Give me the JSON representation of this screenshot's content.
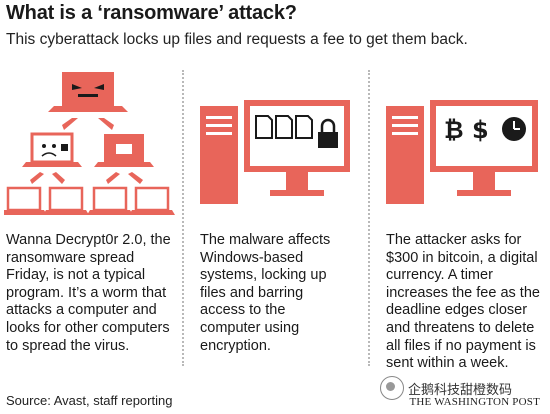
{
  "header": {
    "title": "What is a ‘ransomware’ attack?",
    "subtitle": "This cyberattack locks up files and requests a fee to get them back."
  },
  "columns": [
    {
      "lines": [
        "Wanna Decrypt0r 2.0, the",
        "ransomware spread",
        "Friday, is not a typical",
        "program. It’s a worm that",
        "attacks a computer and",
        "looks for other computers",
        "to spread the virus."
      ],
      "illustration_icon": "laptop-network-icon"
    },
    {
      "lines": [
        "The malware affects",
        "Windows-based",
        "systems, locking up",
        "files and barring",
        "access to the",
        "computer using",
        "encryption."
      ],
      "illustration_icon": "desktop-locked-files-icon"
    },
    {
      "lines": [
        "The attacker asks for",
        "$300 in bitcoin, a digital",
        "currency. A timer",
        "increases the fee as the",
        "deadline edges closer",
        "and threatens to delete",
        "all files if no payment is",
        "sent within a week."
      ],
      "illustration_icon": "desktop-ransom-icon"
    }
  ],
  "icons": {
    "ransom_symbols": [
      "₿",
      "$"
    ]
  },
  "footer": {
    "source": "Source: Avast, staff reporting",
    "credit": "THE WASHINGTON POST"
  },
  "watermark": {
    "text": "企鹅科技甜橙数码"
  },
  "colors": {
    "accent": "#e8655a",
    "text": "#1a1a1a",
    "divider": "#b9b9b9"
  }
}
